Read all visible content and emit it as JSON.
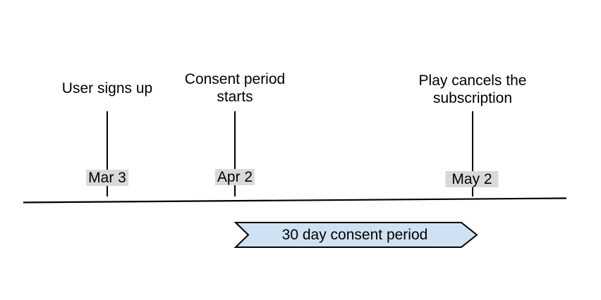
{
  "timeline": {
    "events": [
      {
        "label": "User signs up",
        "date": "Mar 3"
      },
      {
        "label": "Consent period\nstarts",
        "date": "Apr 2"
      },
      {
        "label": "Play cancels the\nsubscription",
        "date": "May 2"
      }
    ],
    "banner": {
      "label": "30 day consent period"
    },
    "colors": {
      "banner_fill": "#cfe2f3",
      "banner_border": "#000000",
      "date_badge_bg": "#d9d9d9",
      "axis_line": "#000000",
      "text": "#000000"
    }
  }
}
